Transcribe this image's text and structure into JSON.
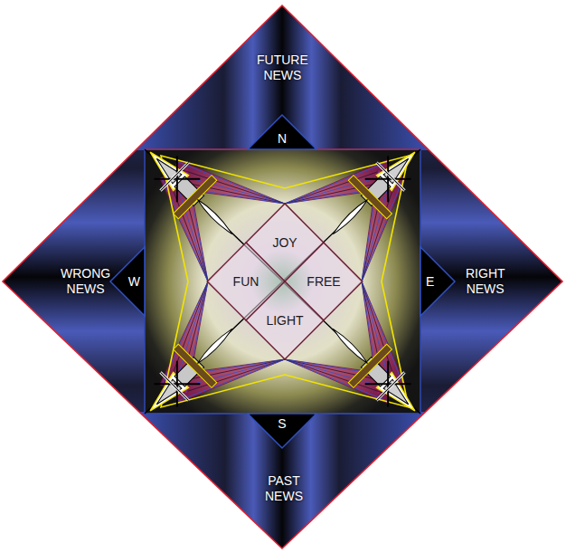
{
  "diagram": {
    "nodes": [
      {
        "text": [
          "FUTURE NEWS"
        ]
      },
      {
        "text": [
          "N"
        ]
      },
      {
        "text": [
          "JOY"
        ]
      },
      {
        "text": [
          "WRONG NEWS"
        ]
      },
      {
        "text": [
          "W"
        ]
      },
      {
        "text": [
          "FUN"
        ]
      },
      {
        "text": [
          "FREE"
        ]
      },
      {
        "text": [
          "E"
        ]
      },
      {
        "text": [
          "RIGHT NEWS"
        ]
      },
      {
        "text": [
          "LIGHT"
        ]
      },
      {
        "text": [
          "S"
        ]
      },
      {
        "text": [
          "PAST NEWS"
        ]
      }
    ]
  }
}
